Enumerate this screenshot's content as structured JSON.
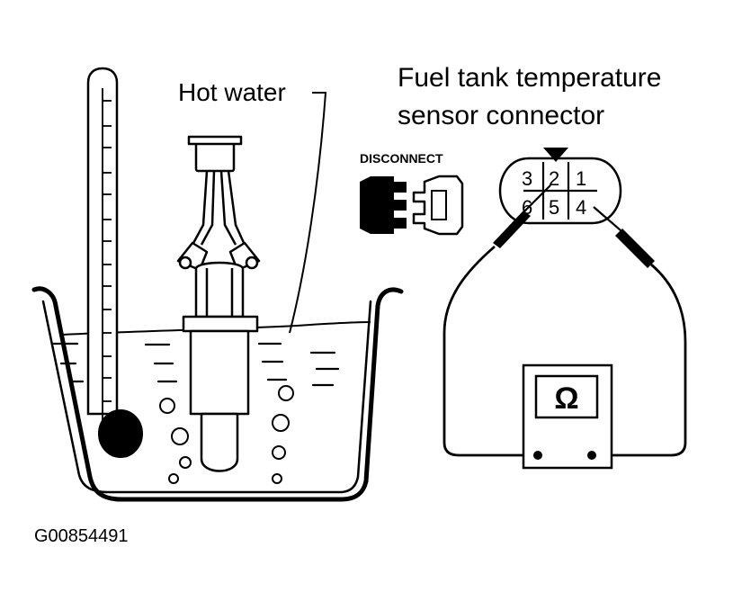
{
  "labels": {
    "hot_water": "Hot water",
    "sensor_line1": "Fuel tank temperature",
    "sensor_line2": "sensor connector",
    "disconnect": "DISCONNECT",
    "figure_id": "G00854491"
  },
  "connector": {
    "pins_top": [
      "3",
      "2",
      "1"
    ],
    "pins_bottom": [
      "6",
      "5",
      "4"
    ]
  },
  "meter": {
    "symbol": "Ω"
  }
}
